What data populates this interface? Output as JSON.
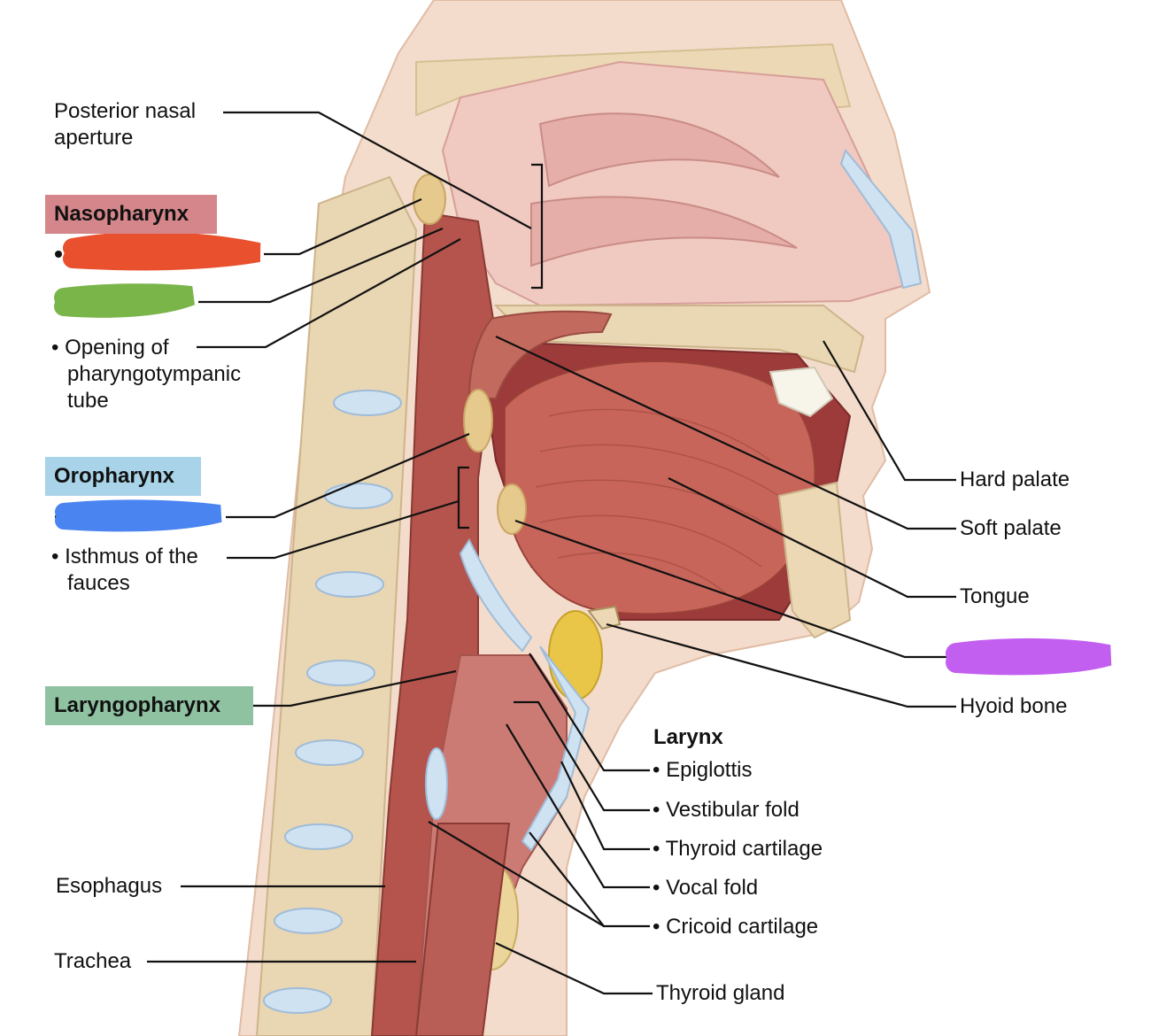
{
  "left_labels": {
    "posterior_nasal_aperture": [
      "Posterior nasal",
      "aperture"
    ],
    "nasopharynx": "Nasopharynx",
    "opening_pharyngotympanic": [
      "• Opening of",
      "pharyngotympanic",
      "tube"
    ],
    "oropharynx": "Oropharynx",
    "isthmus_fauces": [
      "• Isthmus of the",
      "fauces"
    ],
    "laryngopharynx": "Laryngopharynx",
    "esophagus": "Esophagus",
    "trachea": "Trachea"
  },
  "right_labels": {
    "hard_palate": "Hard palate",
    "soft_palate": "Soft palate",
    "tongue": "Tongue",
    "hyoid_bone": "Hyoid bone",
    "larynx_heading": "Larynx",
    "epiglottis": "• Epiglottis",
    "vestibular_fold": "• Vestibular fold",
    "thyroid_cartilage": "• Thyroid cartilage",
    "vocal_fold": "• Vocal fold",
    "cricoid_cartilage": "• Cricoid cartilage",
    "thyroid_gland": "Thyroid gland"
  },
  "colors": {
    "nasopharynx_box": "#d4868a",
    "oropharynx_box": "#a9d3e8",
    "laryngopharynx_box": "#8fc2a1",
    "redacted_red": "#e8502e",
    "redacted_green": "#7ab54a",
    "redacted_blue": "#4a84f0",
    "redacted_purple": "#c25ff0"
  }
}
